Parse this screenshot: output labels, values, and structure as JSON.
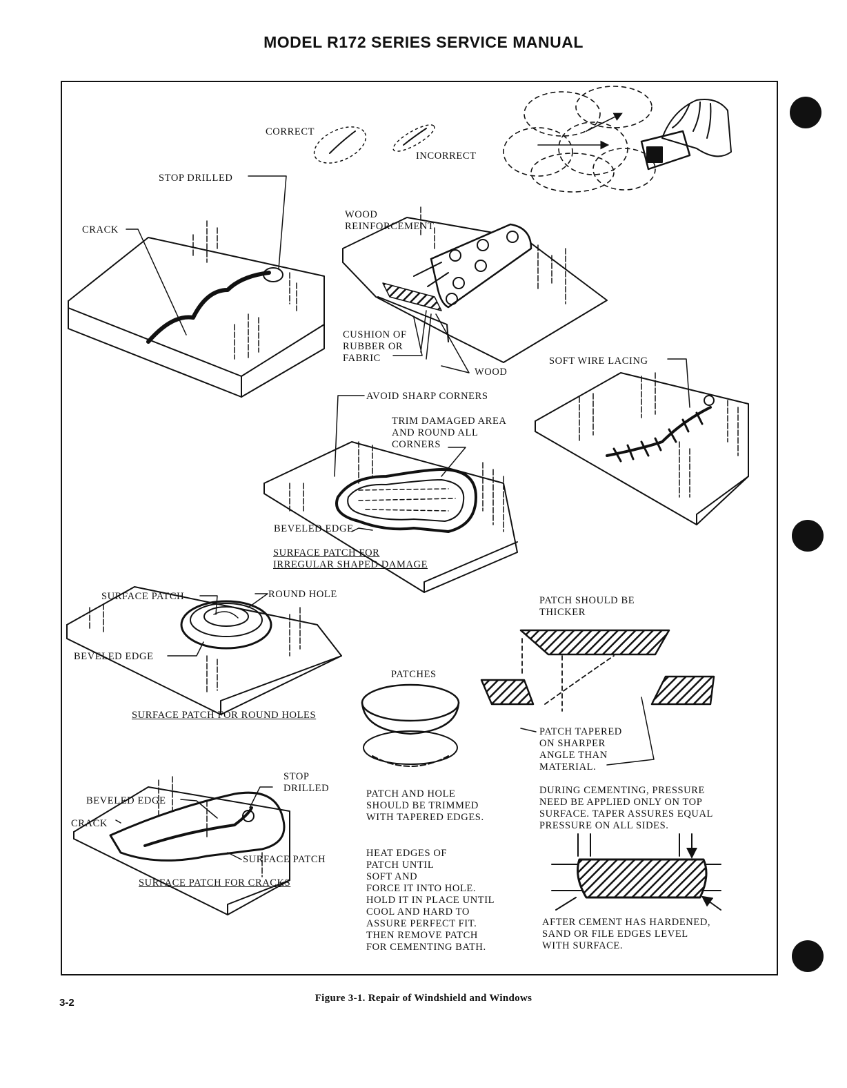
{
  "header": {
    "title": "MODEL R172 SERIES SERVICE MANUAL"
  },
  "figure": {
    "caption": "Figure 3-1.  Repair of Windshield and Windows",
    "page_number": "3-2"
  },
  "labels": {
    "correct": "CORRECT",
    "incorrect": "INCORRECT",
    "stop_drilled_top": "STOP DRILLED",
    "crack_top": "CRACK",
    "wood_reinforcement": "WOOD\nREINFORCEMENT",
    "cushion": "CUSHION OF\nRUBBER OR\nFABRIC",
    "wood": "WOOD",
    "soft_wire_lacing": "SOFT WIRE LACING",
    "avoid_sharp_corners": "AVOID SHARP CORNERS",
    "trim_damaged": "TRIM DAMAGED AREA\nAND ROUND ALL\nCORNERS",
    "beveled_edge_mid": "BEVELED EDGE",
    "surface_patch_irregular": "SURFACE PATCH FOR\nIRREGULAR SHAPED DAMAGE",
    "surface_patch_round": "SURFACE PATCH",
    "round_hole": "ROUND HOLE",
    "beveled_edge_round": "BEVELED EDGE",
    "surface_patch_round_holes": "SURFACE PATCH FOR ROUND HOLES",
    "patch_should_be_thicker": "PATCH SHOULD BE\nTHICKER",
    "patches": "PATCHES",
    "patch_tapered": "PATCH TAPERED\nON SHARPER\nANGLE THAN\nMATERIAL.",
    "stop_drilled_bottom": "STOP\nDRILLED",
    "beveled_edge_bottom": "BEVELED EDGE",
    "crack_bottom": "CRACK",
    "surface_patch_bottom": "SURFACE PATCH",
    "surface_patch_cracks": "SURFACE PATCH FOR CRACKS",
    "patch_and_hole": "PATCH AND HOLE\nSHOULD BE TRIMMED\nWITH TAPERED EDGES.",
    "heat_edges": "HEAT EDGES OF\nPATCH UNTIL\nSOFT AND\nFORCE IT INTO HOLE.\nHOLD IT IN PLACE UNTIL\nCOOL AND HARD TO\nASSURE PERFECT FIT.\nTHEN REMOVE PATCH\nFOR CEMENTING BATH.",
    "during_cementing": "DURING CEMENTING, PRESSURE\nNEED BE APPLIED ONLY ON TOP\nSURFACE. TAPER ASSURES EQUAL\nPRESSURE ON ALL SIDES.",
    "after_cement": "AFTER CEMENT HAS HARDENED,\nSAND OR FILE EDGES LEVEL\nWITH SURFACE."
  }
}
